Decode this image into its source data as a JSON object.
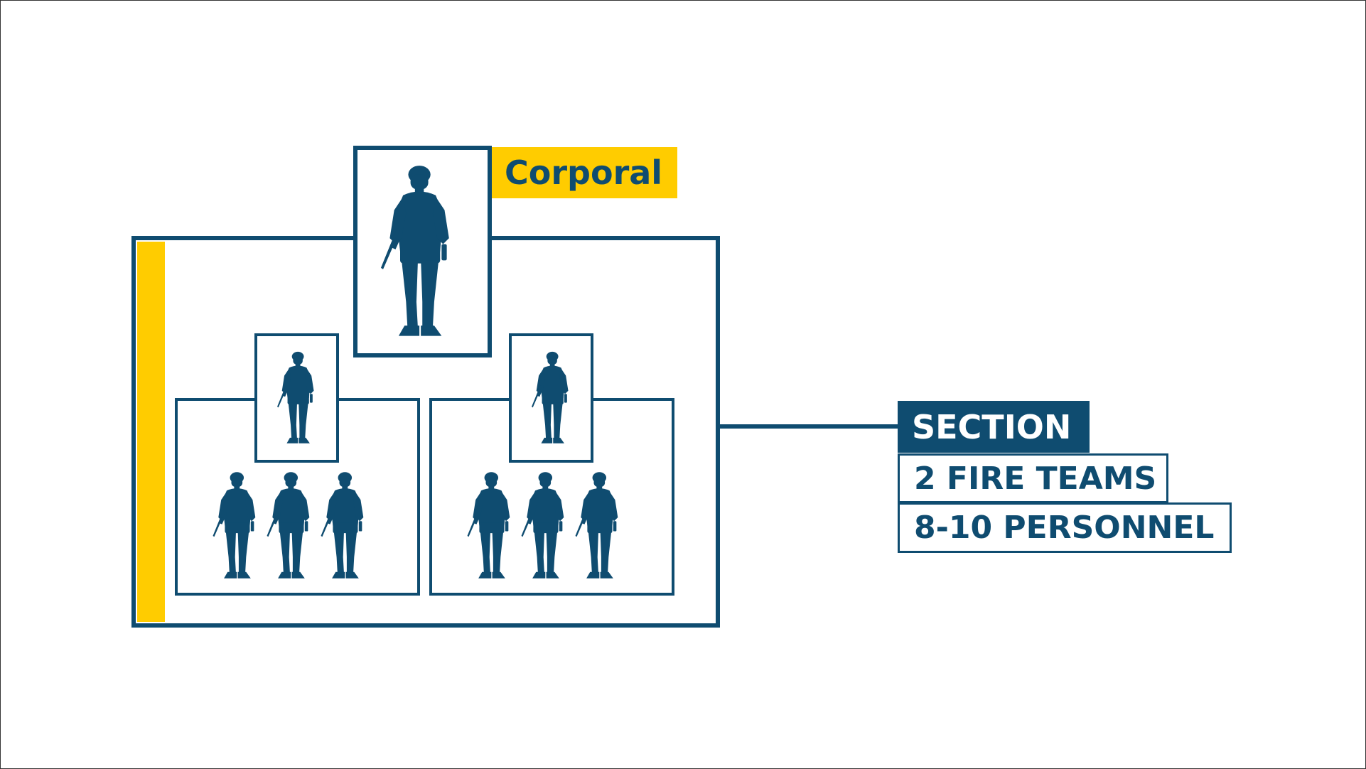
{
  "diagram": {
    "leader_label": "Corporal",
    "unit_name": "SECTION",
    "unit_details": [
      "2 FIRE TEAMS",
      "8-10 PERSONNEL"
    ]
  },
  "colors": {
    "primary": "#0f4c70",
    "accent": "#ffcc00",
    "background": "#ffffff"
  },
  "icons": {
    "soldier": "soldier-silhouette-icon"
  }
}
